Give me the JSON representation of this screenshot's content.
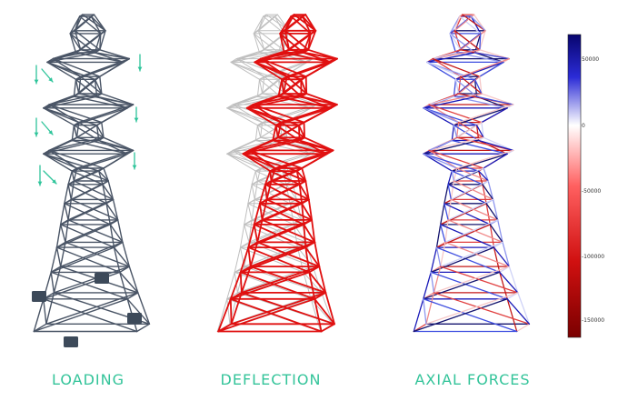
{
  "panels": {
    "loading": "LOADING",
    "deflection": "DEFLECTION",
    "axial": "AXIAL FORCES"
  },
  "colorbar": {
    "ticks": [
      "50000",
      "0",
      "-50000",
      "-100000",
      "-150000"
    ],
    "range": [
      -165000,
      70000
    ],
    "colors": {
      "max": "#08056e",
      "mid": "#ffffff",
      "min": "#7a0000"
    }
  },
  "colors": {
    "label": "#34c49a",
    "member": "#4a5566",
    "deflected": "#e01010",
    "ghost": "#bfbfbf",
    "load_arrow": "#2ec49a",
    "footing": "#3d4a5a"
  }
}
